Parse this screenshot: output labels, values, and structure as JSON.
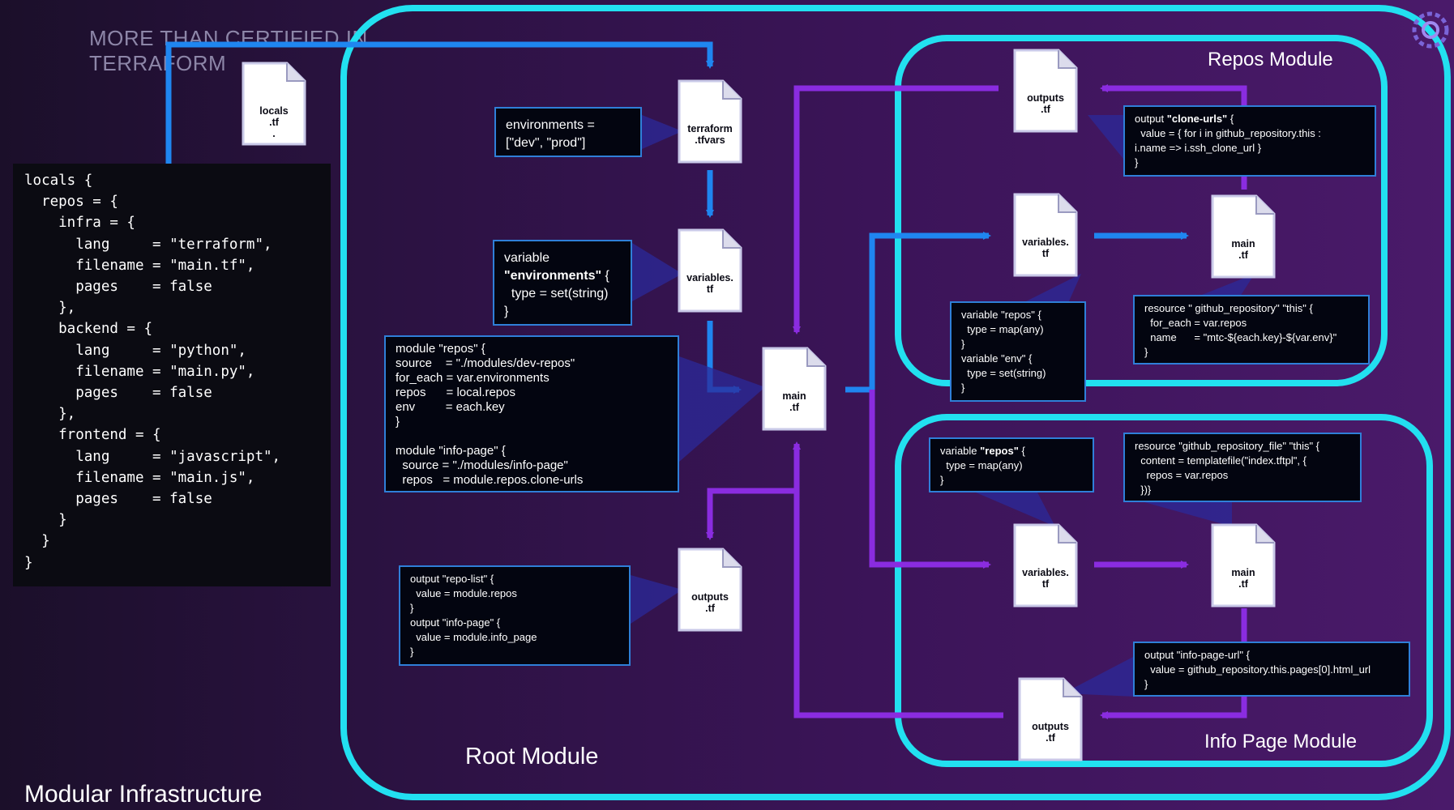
{
  "brand": {
    "line1": "MORE THAN CERTIFIED IN",
    "line2": "TERRAFORM"
  },
  "footer": {
    "title": "Modular Infrastructure"
  },
  "locals_code": "locals {\n  repos = {\n    infra = {\n      lang     = \"terraform\",\n      filename = \"main.tf\",\n      pages    = false\n    },\n    backend = {\n      lang     = \"python\",\n      filename = \"main.py\",\n      pages    = false\n    },\n    frontend = {\n      lang     = \"javascript\",\n      filename = \"main.js\",\n      pages    = false\n    }\n  }\n}",
  "modules": {
    "root": "Root Module",
    "repos": "Repos Module",
    "info_page": "Info Page Module"
  },
  "files": {
    "locals": "locals\n.tf\n.",
    "tfvars": "terraform\n.tfvars",
    "root_variables": "variables.\ntf",
    "root_main": "main\n.tf",
    "root_outputs": "outputs\n.tf",
    "repos_outputs": "outputs\n.tf",
    "repos_variables": "variables.\ntf",
    "repos_main": "main\n.tf",
    "info_variables": "variables.\ntf",
    "info_main": "main\n.tf",
    "info_outputs": "outputs\n.tf"
  },
  "code_boxes": {
    "environments": "environments =\n[\"dev\", \"prod\"]",
    "variable_env_1": "variable",
    "variable_env_2": "\"environments\"",
    "variable_env_3": " {\n  type = set(string)\n}",
    "module_calls": "module \"repos\" {\nsource    = \"./modules/dev-repos\"\nfor_each = var.environments\nrepos      = local.repos\nenv         = each.key\n}\n\nmodule \"info-page\" {\n  source = \"./modules/info-page\"\n  repos   = module.repos.clone-urls",
    "root_outputs": "output \"repo-list\" {\n  value = module.repos\n}\noutput \"info-page\" {\n  value = module.info_page\n}",
    "repos_output_1": "output ",
    "repos_output_2": "\"clone-urls\"",
    "repos_output_3": " {\n  value = { for i in github_repository.this :\ni.name => i.ssh_clone_url }\n}",
    "repos_variables": "variable \"repos\" {\n  type = map(any)\n}\nvariable \"env\" {\n  type = set(string)\n}",
    "repos_resource": "resource \" github_repository\" \"this\" {\n  for_each = var.repos\n  name      = \"mtc-${each.key}-${var.env}\"\n}",
    "info_variable_1": "variable ",
    "info_variable_2": "\"repos\"",
    "info_variable_3": " {\n  type = map(any)\n}",
    "info_resource": "resource \"github_repository_file\" \"this\" {\n  content = templatefile(\"index.tftpl\", {\n    repos = var.repos\n  })}",
    "info_output": "output \"info-page-url\" {\n  value = github_repository.this.pages[0].html_url\n}"
  },
  "colors": {
    "module_border": "#22e0f0",
    "blue_arrow": "#1f86f0",
    "purple_arrow": "#8a2ce0",
    "box_border": "#2f7fd8"
  }
}
